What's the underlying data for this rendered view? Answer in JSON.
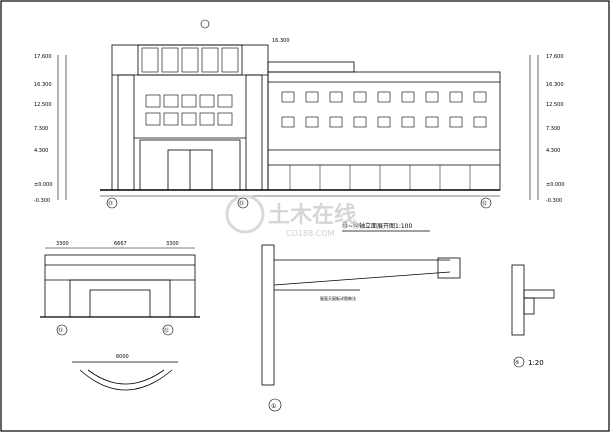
{
  "drawing": {
    "main_title": "⑬~⑫轴立面展开图1:100",
    "detail_scale": "1:20",
    "detail_number": "①",
    "detail_circle_label": "⑤"
  },
  "watermark": {
    "name": "土木在线",
    "url": "CO188.COM"
  },
  "elevation": {
    "left_levels": [
      "17.600",
      "16.300",
      "12.500",
      "7.300",
      "4.300",
      "±0.000",
      "-0.300"
    ],
    "right_levels": [
      "17.600",
      "16.300",
      "12.500",
      "7.300",
      "4.300",
      "±0.000",
      "-0.300"
    ],
    "top_note": "16.300",
    "axis_left": "⑬",
    "axis_right": "⑫",
    "center_mark": "⑬"
  },
  "entrance": {
    "dims": [
      "3300",
      "6667",
      "3300"
    ],
    "axis_left": "⑬",
    "axis_right": "⑫",
    "plan_dim": "6000"
  },
  "section": {
    "label": "屋面天窗板详图做法"
  }
}
